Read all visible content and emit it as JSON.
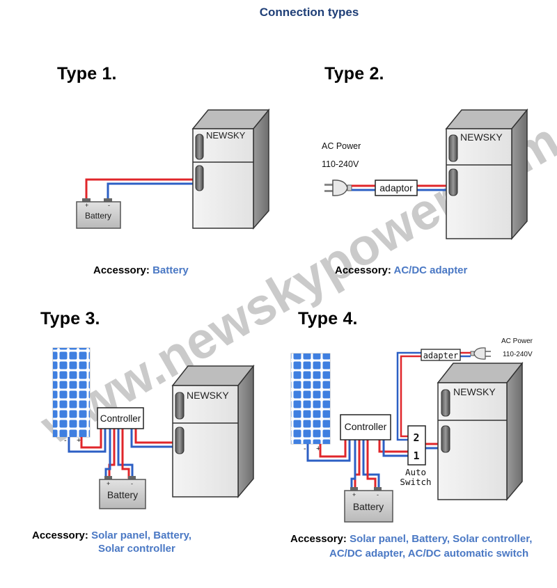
{
  "title": "Connection types",
  "watermark": "www.newskypower.com",
  "brand": "NEWSKY",
  "colors": {
    "title": "#1f3f77",
    "accessory_value": "#4a78c4",
    "wire_positive": "#e0262a",
    "wire_negative": "#2c5fc4",
    "solar_cell": "#3f7fe0"
  },
  "types": [
    {
      "heading": "Type 1.",
      "accessory_label": "Accessory:",
      "accessory_lines": [
        "Battery"
      ],
      "components": {
        "battery": "Battery",
        "plus": "+",
        "minus": "-"
      }
    },
    {
      "heading": "Type 2.",
      "accessory_label": "Accessory:",
      "accessory_lines": [
        "AC/DC adapter"
      ],
      "components": {
        "ac_power": "AC Power",
        "voltage": "110-240V",
        "adaptor": "adaptor"
      }
    },
    {
      "heading": "Type 3.",
      "accessory_label": "Accessory:",
      "accessory_lines": [
        "Solar panel, Battery,",
        "Solar controller"
      ],
      "components": {
        "controller": "Controller",
        "battery": "Battery",
        "plus": "+",
        "minus": "-"
      }
    },
    {
      "heading": "Type 4.",
      "accessory_label": "Accessory:",
      "accessory_lines": [
        "Solar panel, Battery, Solar controller,",
        "AC/DC adapter, AC/DC automatic switch"
      ],
      "components": {
        "controller": "Controller",
        "battery": "Battery",
        "plus": "+",
        "minus": "-",
        "adapter": "adapter",
        "ac_power": "AC Power",
        "voltage": "110-240V",
        "auto": "Auto",
        "switch": "Switch",
        "switch_pos_2": "2",
        "switch_pos_1": "1"
      }
    }
  ]
}
